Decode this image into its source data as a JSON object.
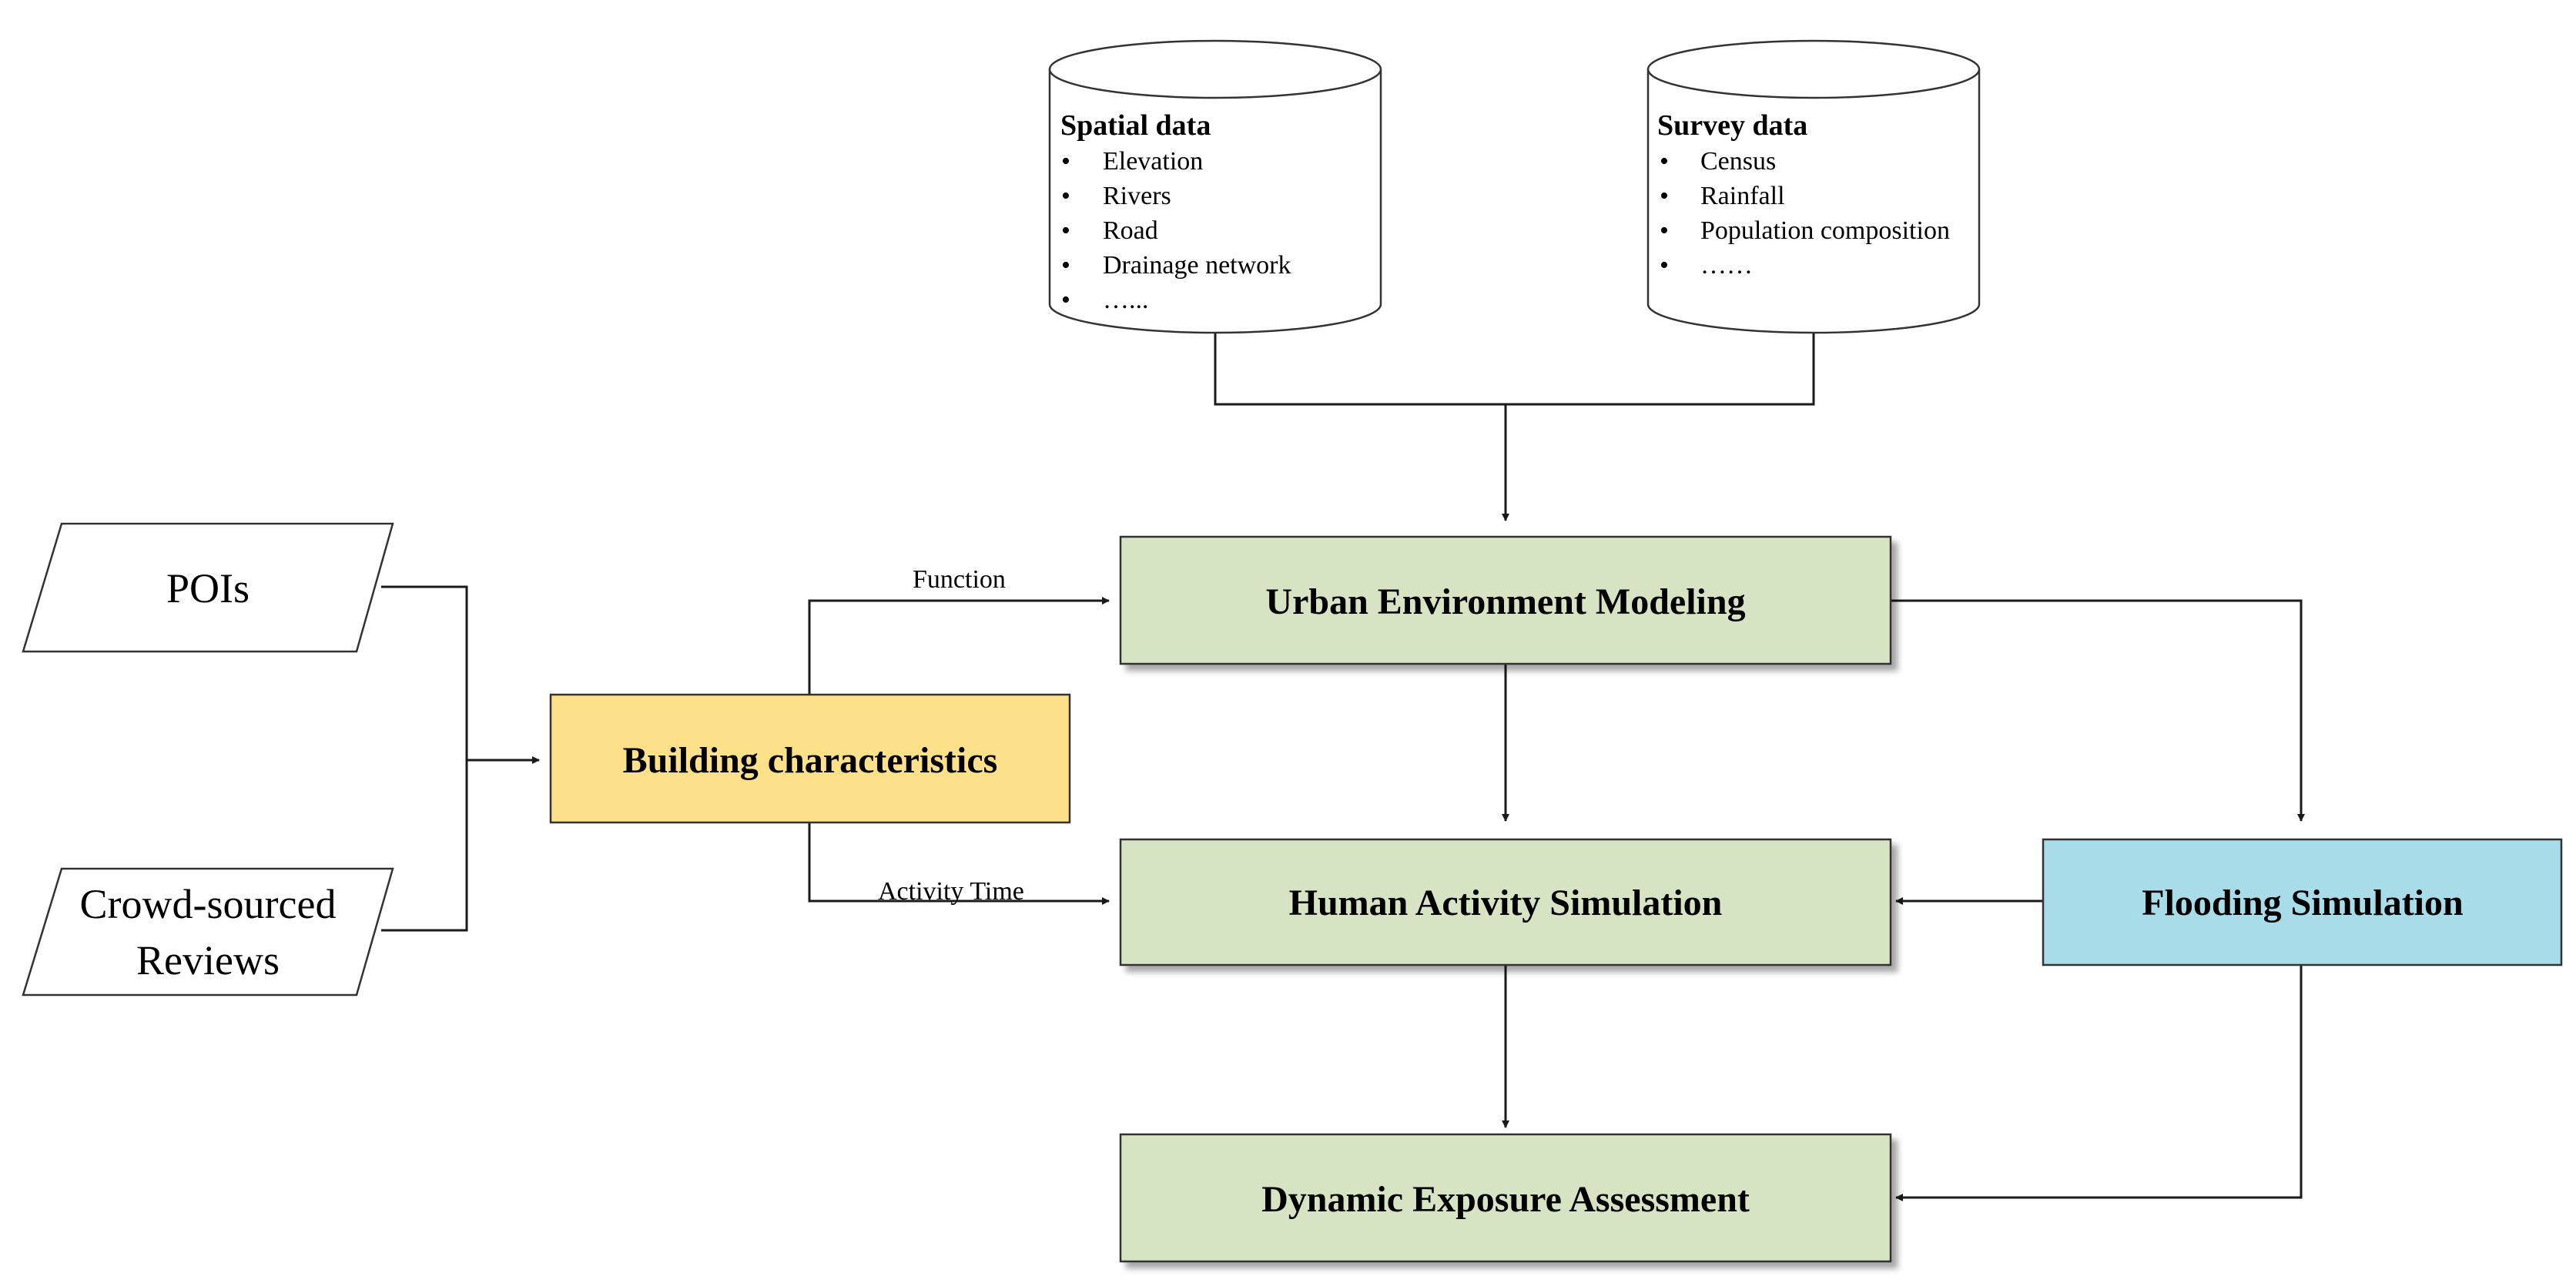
{
  "colors": {
    "green_box": "#d6e4c3",
    "yellow_box": "#fde08a",
    "blue_box": "#a8dce8",
    "stroke": "#333333",
    "background": "#ffffff"
  },
  "databases": {
    "spatial": {
      "title": "Spatial data",
      "items": [
        "Elevation",
        "Rivers",
        "Road",
        "Drainage network",
        "…..."
      ]
    },
    "survey": {
      "title": "Survey data",
      "items": [
        "Census",
        "Rainfall",
        "Population composition",
        "……"
      ]
    }
  },
  "inputs": {
    "pois": "POIs",
    "reviews_line1": "Crowd-sourced",
    "reviews_line2": "Reviews"
  },
  "boxes": {
    "building": "Building characteristics",
    "urban": "Urban Environment Modeling",
    "human": "Human Activity Simulation",
    "flooding": "Flooding Simulation",
    "exposure": "Dynamic Exposure Assessment"
  },
  "edge_labels": {
    "function": "Function",
    "activity_time": "Activity Time"
  }
}
